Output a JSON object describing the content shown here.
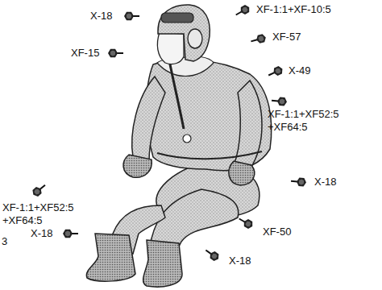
{
  "diagram": {
    "labels": [
      "X-18",
      "XF-1:1+XF-10:5",
      "XF-57",
      "XF-15",
      "X-49",
      "XF-1:1+XF52:5 +XF64:5",
      "XF-1:1+XF52:5 +XF64:5",
      "X-18",
      "3",
      "X-18",
      "XF-50",
      "X-18"
    ]
  }
}
